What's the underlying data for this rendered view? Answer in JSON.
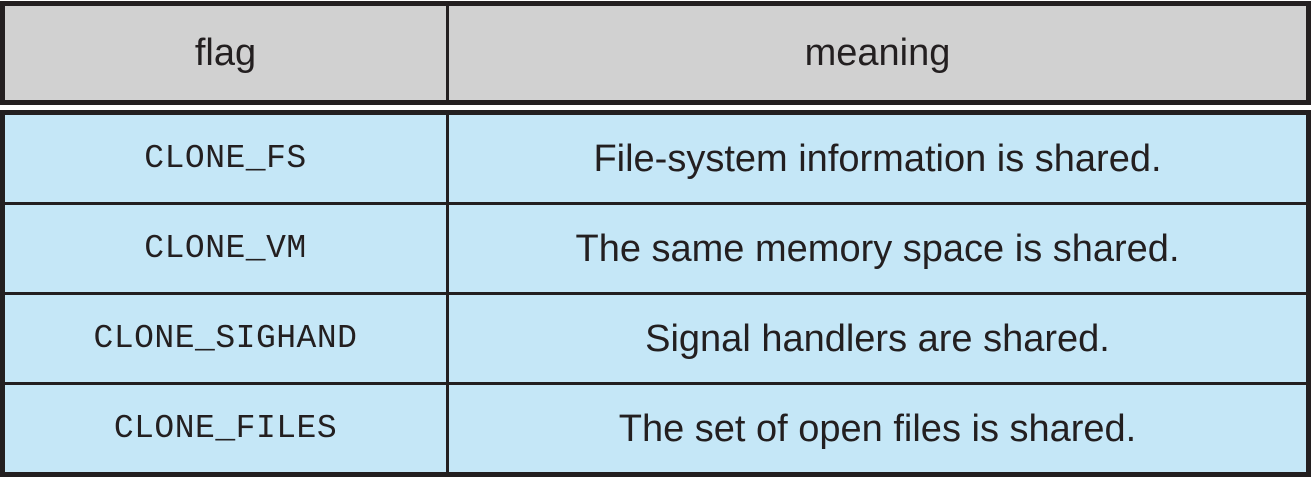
{
  "figure": {
    "kind": "two-column-reference-table",
    "colors": {
      "header_background": "#d1d1d1",
      "body_background": "#c5e7f7",
      "border": "#231f20",
      "text": "#231f20",
      "page_background": "#ffffff"
    }
  },
  "table": {
    "columns": [
      {
        "key": "flag",
        "header": "flag"
      },
      {
        "key": "meaning",
        "header": "meaning"
      }
    ],
    "rows": [
      {
        "flag": "CLONE_FS",
        "meaning": "File-system information is shared."
      },
      {
        "flag": "CLONE_VM",
        "meaning": "The same memory space is shared."
      },
      {
        "flag": "CLONE_SIGHAND",
        "meaning": "Signal handlers are shared."
      },
      {
        "flag": "CLONE_FILES",
        "meaning": "The set of open files is shared."
      }
    ]
  }
}
